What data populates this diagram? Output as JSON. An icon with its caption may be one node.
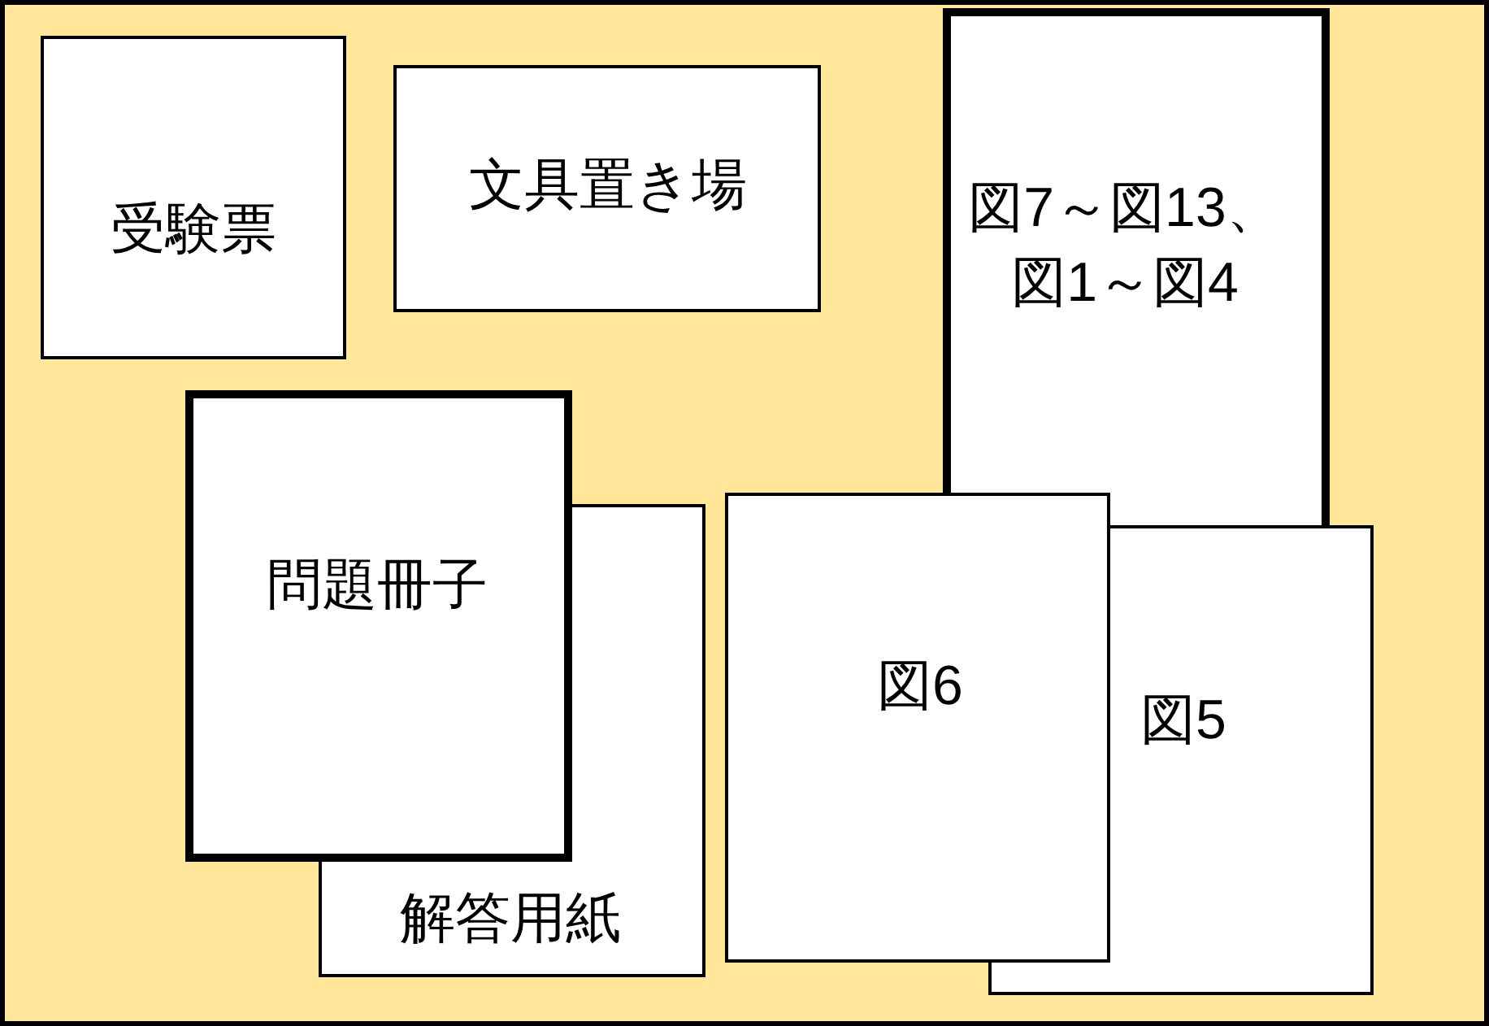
{
  "diagram": {
    "nodes": [
      {
        "text": [
          "受験票"
        ]
      },
      {
        "text": [
          "文具置き場"
        ]
      },
      {
        "text": [
          "図7～図13、図1～図4"
        ]
      },
      {
        "text": [
          "問題冊子"
        ]
      },
      {
        "text": [
          "解答用紙"
        ]
      },
      {
        "text": [
          "図6"
        ]
      },
      {
        "text": [
          "図5"
        ]
      }
    ]
  }
}
